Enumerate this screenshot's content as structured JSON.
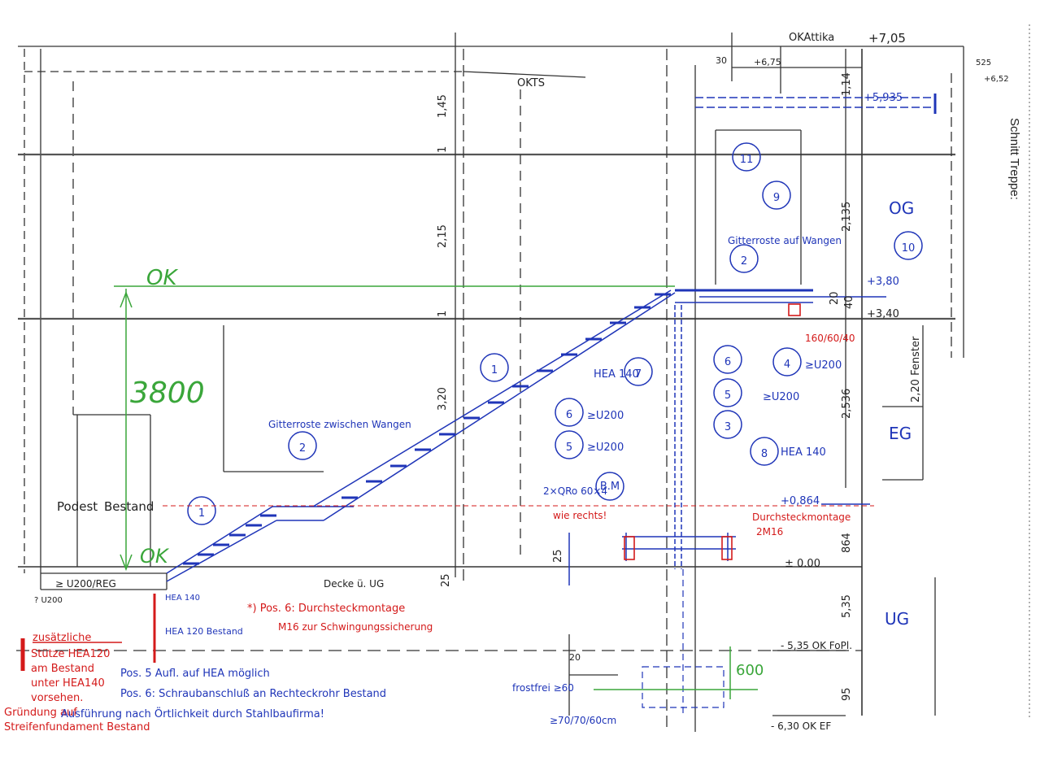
{
  "side_title": "Schnitt Treppe:",
  "levels": {
    "okattika": "OKAttika",
    "okattika_val": "+7,05",
    "okts": "OKTS",
    "val_675": "+6,75",
    "val_652": "+6,52",
    "val_5935": "+5,935",
    "val_380": "+3,80",
    "val_340": "+3,40",
    "val_0864": "+0,864",
    "val_000": "± 0.00",
    "val_535": "- 5,35 OK FoPl.",
    "val_630": "- 6,30 OK EF"
  },
  "floors": {
    "og": "OG",
    "eg": "EG",
    "ug": "UG"
  },
  "dims": {
    "d145": "1,45",
    "d215": "2,15",
    "d320": "3,20",
    "d2135": "2,135",
    "d2536": "2,536",
    "d30": "30",
    "d114": "1,14",
    "d525": "525",
    "d20": "20",
    "d40": "40",
    "d864": "864",
    "d535": "5,35",
    "d95": "95",
    "d25": "25",
    "d25b": "25",
    "d20b": "20",
    "d1a": "1",
    "d1b": "1"
  },
  "green": {
    "ok_top": "OK",
    "dim_3800": "3800",
    "ok_bottom": "OK",
    "dim_600": "600"
  },
  "blue_labels": {
    "gitterroste_auf_wangen": "Gitterroste auf Wangen",
    "gitterroste_zwischen_wangen": "Gitterroste zwischen Wangen",
    "hea140": "HEA 140",
    "u200_6": "≥U200",
    "u200_5": "≥U200",
    "u200_4": "≥U200",
    "u200_53": "≥U200",
    "hea140_8": "HEA 140",
    "qro": "2×QRo 60×4",
    "bm": "B.M",
    "fenster": "2,20 Fenster",
    "pos5": "Pos. 5 Aufl. auf HEA möglich",
    "pos6": "Pos. 6: Schraubanschluß an Rechteckrohr Bestand",
    "ausfuehrung": "Ausführung nach Örtlichkeit durch Stahlbaufirma!",
    "frostfrei": "frostfrei ≥60",
    "fund": "≥70/70/60cm",
    "hea140_small": "HEA 140",
    "hea120": "HEA 120 Bestand"
  },
  "red_labels": {
    "pos6_note": "*) Pos. 6: Durchsteckmontage",
    "pos6_note2": "M16 zur Schwingungssicherung",
    "wie_rechts": "wie rechts!",
    "durchsteck": "Durchsteckmontage",
    "m16": "2M16",
    "rect": "160/60/40",
    "zusatz1": "zusätzliche",
    "zusatz2": "Stütze HEA120",
    "zusatz3": "am Bestand",
    "zusatz4": "unter HEA140",
    "zusatz5": "vorsehen.",
    "zusatz6": "Gründung auf",
    "zusatz7": "Streifenfundament Bestand"
  },
  "black_labels": {
    "podest": "Podest",
    "bestand": "Bestand",
    "u200reg": "≥ U200/REG",
    "u200": "? U200",
    "decke": "Decke ü. UG"
  },
  "positions": [
    "11",
    "9",
    "2",
    "10",
    "1",
    "7",
    "6",
    "4",
    "5",
    "3",
    "6",
    "5",
    "2",
    "8",
    "1"
  ],
  "colors": {
    "ink_blue": "#1f35b8",
    "ink_red": "#d41a1a",
    "ink_green": "#3aa63a",
    "ink_black": "#222222"
  }
}
